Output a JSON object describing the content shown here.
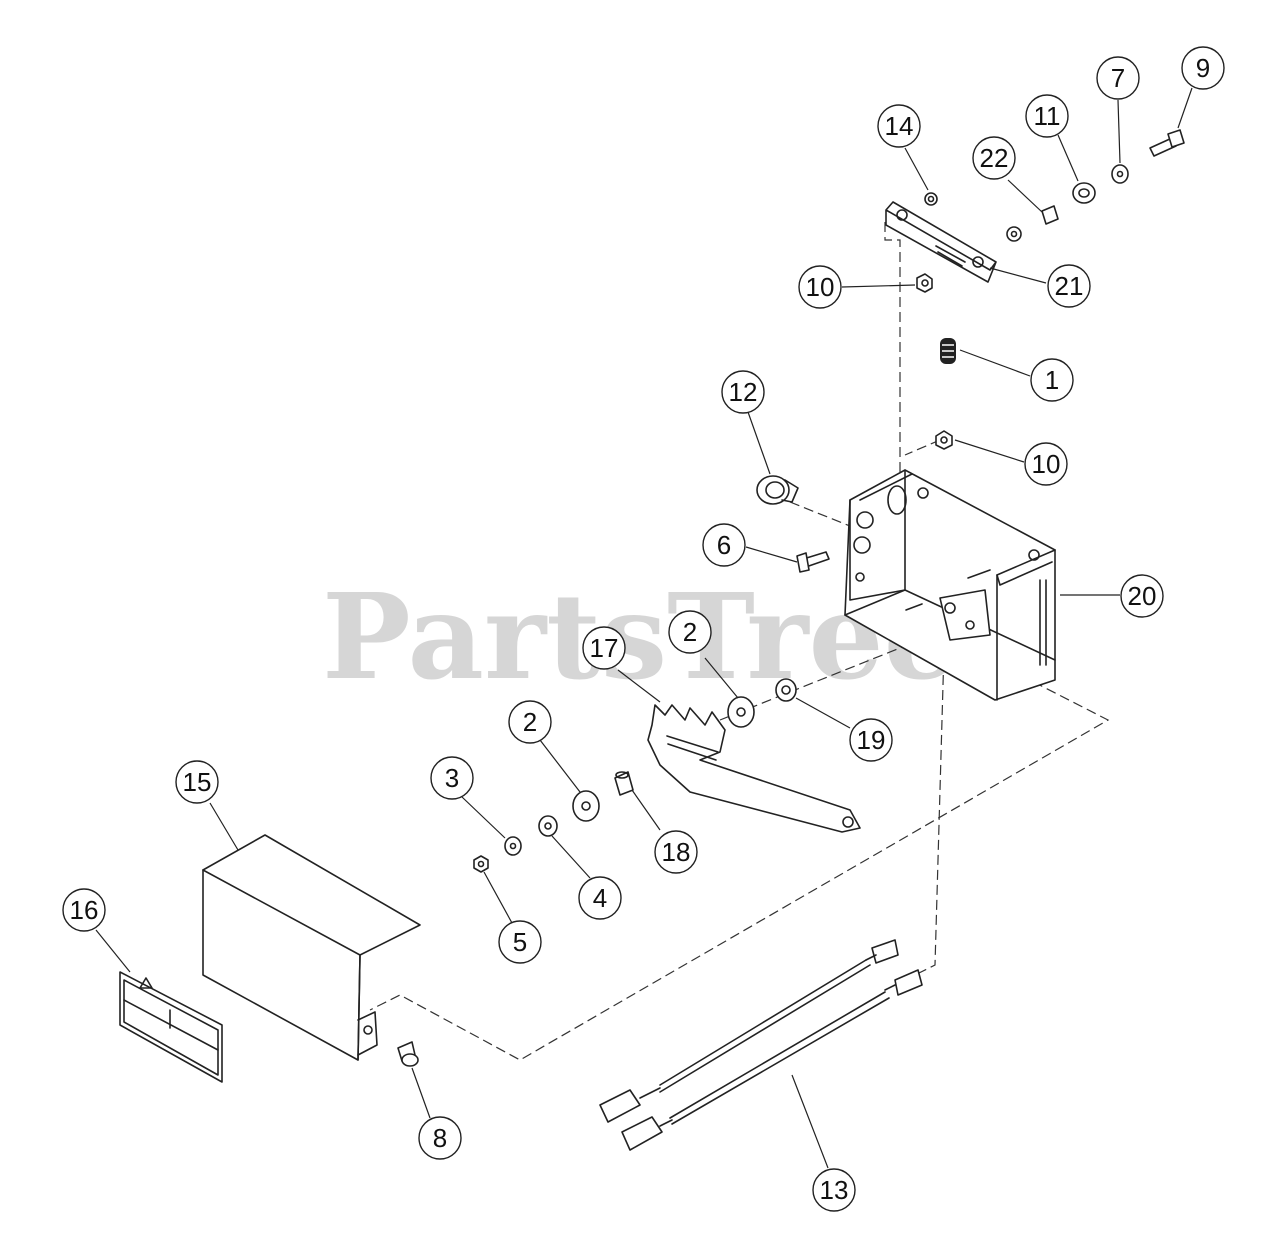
{
  "watermark": {
    "brand": "PartsTree",
    "trademark": "™"
  },
  "callouts": [
    {
      "id": "c1",
      "number": "1"
    },
    {
      "id": "c2a",
      "number": "2"
    },
    {
      "id": "c2b",
      "number": "2"
    },
    {
      "id": "c3",
      "number": "3"
    },
    {
      "id": "c4",
      "number": "4"
    },
    {
      "id": "c5",
      "number": "5"
    },
    {
      "id": "c6",
      "number": "6"
    },
    {
      "id": "c7",
      "number": "7"
    },
    {
      "id": "c8",
      "number": "8"
    },
    {
      "id": "c9",
      "number": "9"
    },
    {
      "id": "c10a",
      "number": "10"
    },
    {
      "id": "c10b",
      "number": "10"
    },
    {
      "id": "c11",
      "number": "11"
    },
    {
      "id": "c12",
      "number": "12"
    },
    {
      "id": "c13",
      "number": "13"
    },
    {
      "id": "c14",
      "number": "14"
    },
    {
      "id": "c15",
      "number": "15"
    },
    {
      "id": "c16",
      "number": "16"
    },
    {
      "id": "c17",
      "number": "17"
    },
    {
      "id": "c18",
      "number": "18"
    },
    {
      "id": "c19",
      "number": "19"
    },
    {
      "id": "c20",
      "number": "20"
    },
    {
      "id": "c21",
      "number": "21"
    },
    {
      "id": "c22",
      "number": "22"
    }
  ]
}
